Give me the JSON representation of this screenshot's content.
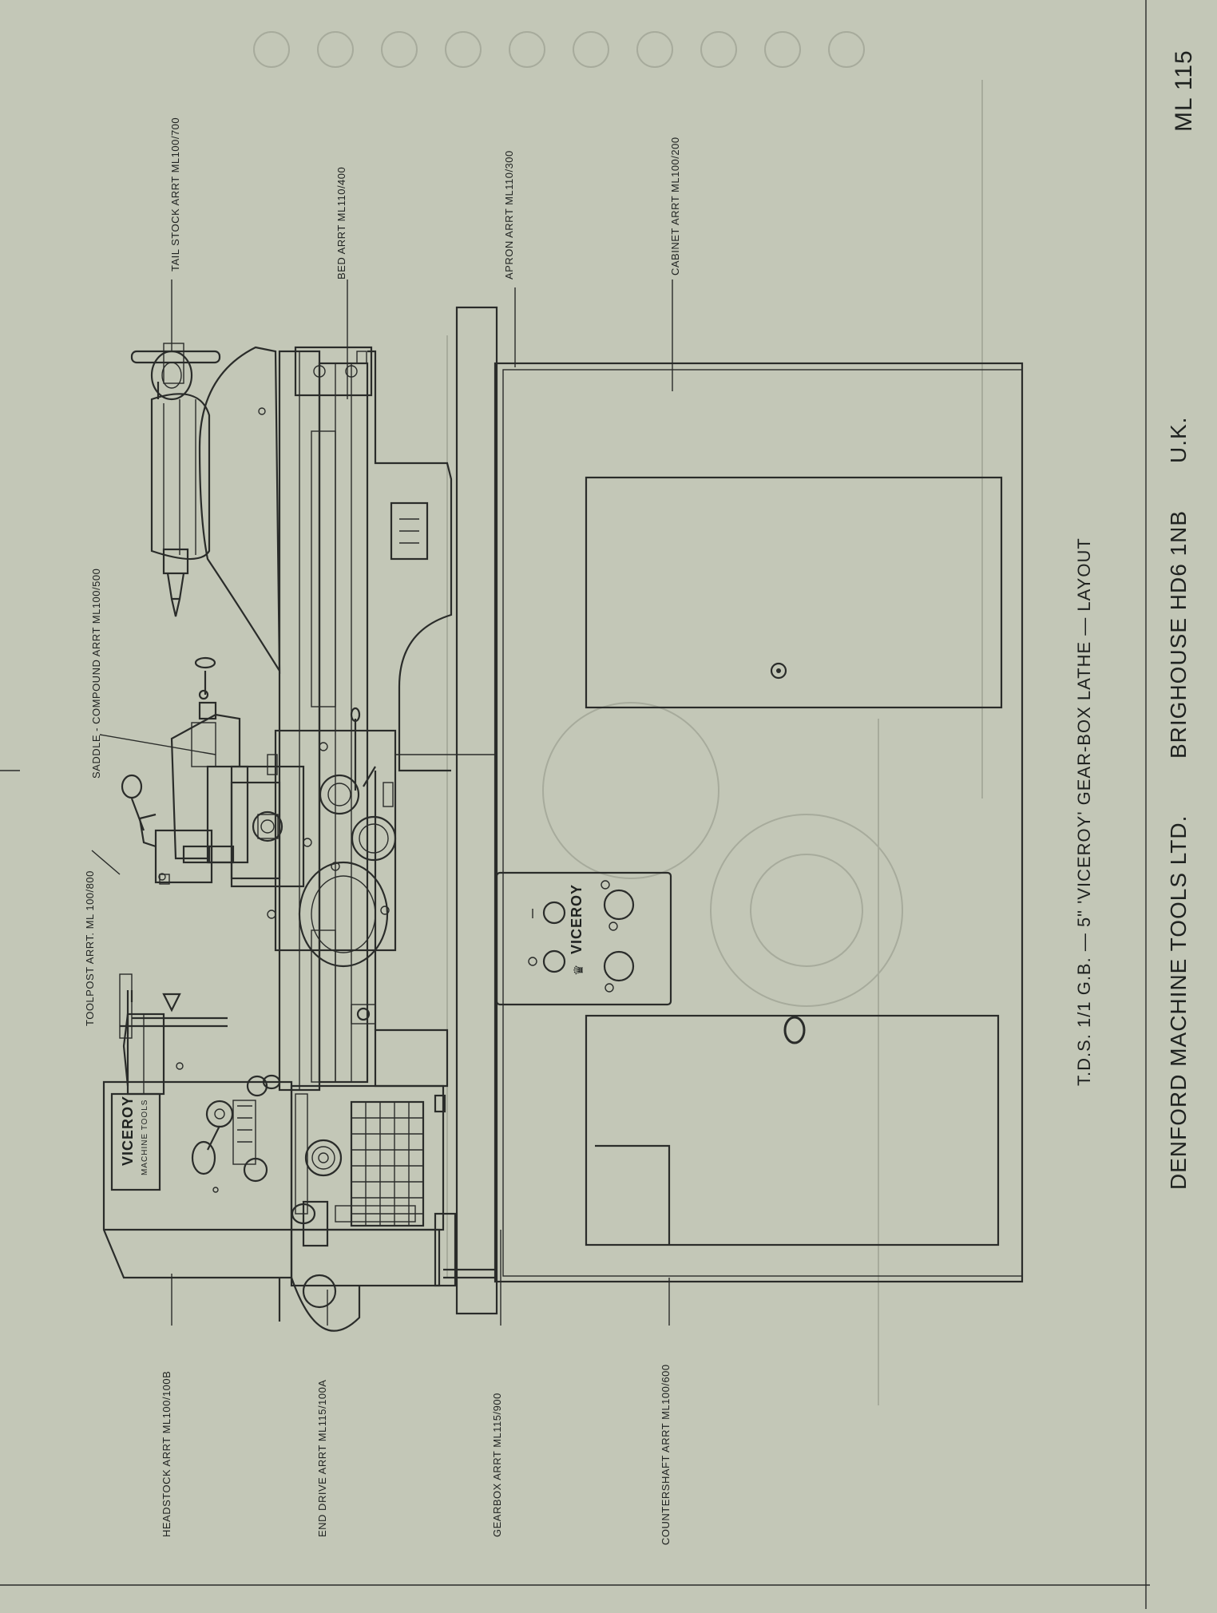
{
  "callouts": {
    "headstock": "HEADSTOCK  ARRT  ML100/100B",
    "end_drive": "END  DRIVE  ARRT  ML115/100A",
    "gearbox": "GEARBOX  ARRT  ML115/900",
    "countershaft": "COUNTERSHAFT  ARRT  ML100/600",
    "toolpost": "TOOLPOST  ARRT.  ML  100/800",
    "saddle": "SADDLE - COMPOUND  ARRT  ML100/500",
    "tailstock": "TAIL STOCK  ARRT  ML100/700",
    "bed": "BED  ARRT  ML110/400",
    "apron": "APRON  ARRT  ML110/300",
    "cabinet": "CABINET  ARRT  ML100/200"
  },
  "title": "T.D.S.  1/1  G.B.  —  5\"  'VICEROY'  GEAR-BOX  LATHE  —  LAYOUT",
  "footer": {
    "company": "DENFORD  MACHINE  TOOLS  LTD.",
    "address": "BRIGHOUSE  HD6  1NB",
    "country": "U.K.",
    "drawing_no": "ML 115"
  },
  "nameplate": {
    "brand": "VICEROY",
    "subtitle": "MACHINE  TOOLS"
  },
  "control_panel": {
    "brand": "VICEROY"
  },
  "colors": {
    "paper": "#c3c7b7",
    "ink": "#2a2c2a"
  }
}
